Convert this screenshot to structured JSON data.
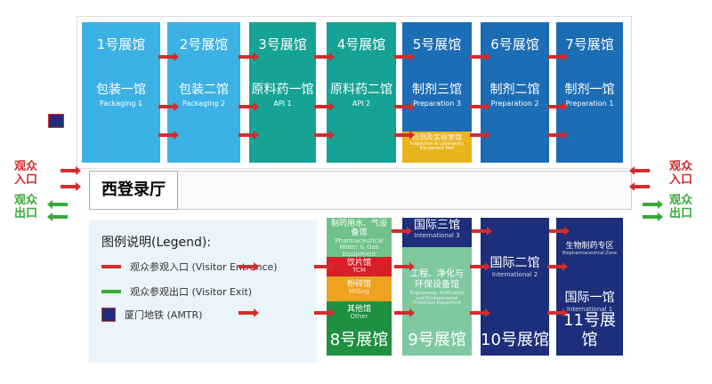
{
  "top_halls": [
    {
      "num": "1号展馆",
      "zh": "包装一馆",
      "en": "Packaging 1",
      "color": "#3cb1e4"
    },
    {
      "num": "2号展馆",
      "zh": "包装二馆",
      "en": "Packaging 2",
      "color": "#3cb1e4"
    },
    {
      "num": "3号展馆",
      "zh": "原料药一馆",
      "en": "API 1",
      "color": "#16a395"
    },
    {
      "num": "4号展馆",
      "zh": "原料药二馆",
      "en": "API 2",
      "color": "#16a395"
    },
    {
      "num": "5号展馆",
      "zh": "制剂三馆",
      "en": "Preparation 3",
      "color": "#1c6db5"
    },
    {
      "num": "6号展馆",
      "zh": "制剂二馆",
      "en": "Preparation 2",
      "color": "#1c6db5"
    },
    {
      "num": "7号展馆",
      "zh": "制剂一馆",
      "en": "Preparation 1",
      "color": "#1c6db5"
    }
  ],
  "lab_zone": {
    "zh": "检测及实验室馆",
    "en": "Inspection & Laboratory Equipment Hall"
  },
  "west_hall": "西登录厅",
  "visitor_entrance": "观众入口",
  "visitor_exit": "观众出口",
  "legend": {
    "title": "图例说明(Legend):",
    "entrance": "观众参观入口 (Visitor Entrance)",
    "exit": "观众参观出口 (Visitor Exit)",
    "metro": "厦门地铁 (AMTR)"
  },
  "hall8": {
    "num": "8号展馆",
    "zones": [
      {
        "zh": "制药用水、气设备馆",
        "en": "Pharmaceutical Water & Gas Equipment"
      },
      {
        "zh": "饮片馆",
        "en": "TCM"
      },
      {
        "zh": "粉碎馆",
        "en": "Milling"
      },
      {
        "zh": "其他馆",
        "en": "Other"
      }
    ]
  },
  "hall9": {
    "num": "9号展馆",
    "top": {
      "zh": "国际三馆",
      "en": "International 3"
    },
    "main": {
      "zh": "工程、净化与环保设备馆",
      "en": "Engineering, Purification and Environmental Protection Equipment"
    }
  },
  "hall10": {
    "num": "10号展馆",
    "zh": "国际二馆",
    "en": "International 2"
  },
  "hall11": {
    "num": "11号展馆",
    "top": {
      "zh": "生物制药专区",
      "en": "Biopharmaceutical Zone"
    },
    "zh": "国际一馆",
    "en": "International 1"
  }
}
